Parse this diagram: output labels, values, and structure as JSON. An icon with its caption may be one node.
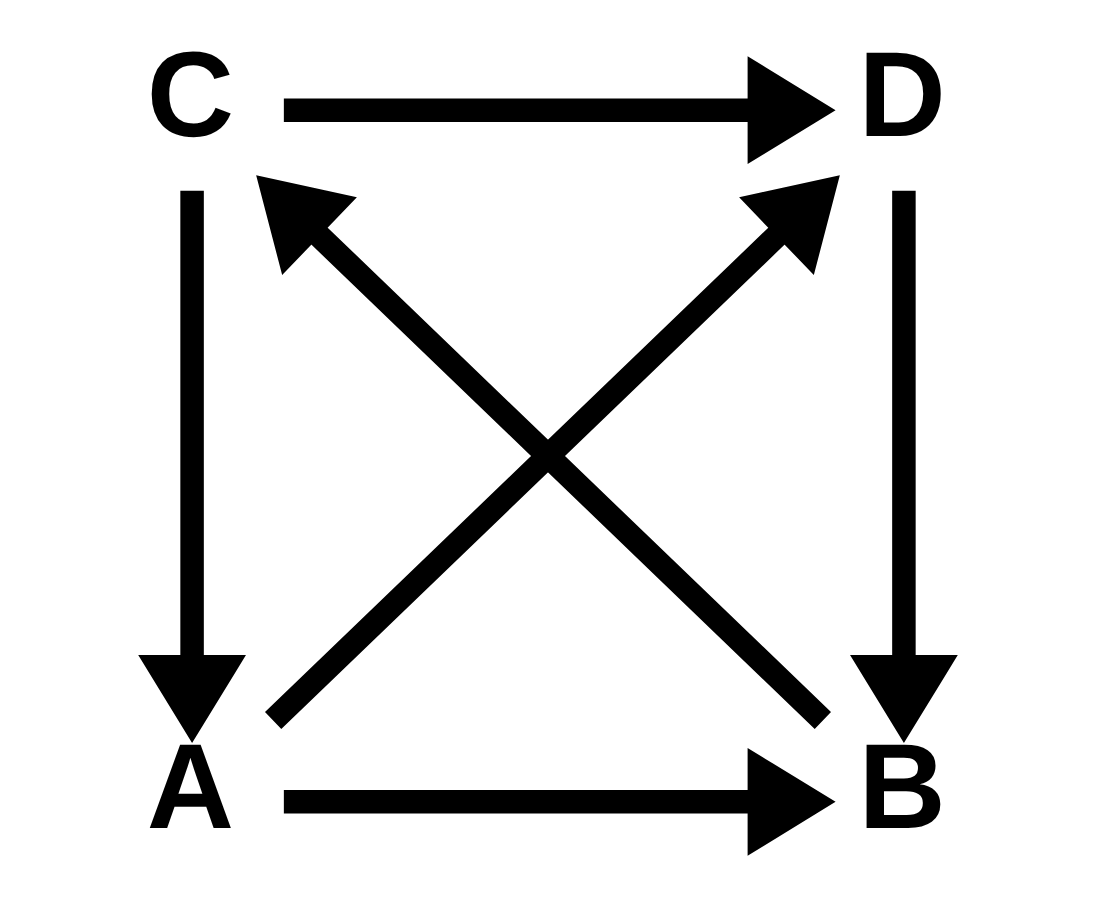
{
  "diagram": {
    "nodes": [
      {
        "text": [
          "C"
        ]
      },
      {
        "text": [
          "D"
        ]
      },
      {
        "text": [
          "B"
        ]
      },
      {
        "text": [
          "A"
        ]
      }
    ],
    "edges": [
      {
        "from": 0,
        "to": 1,
        "arrow": "to"
      },
      {
        "from": 0,
        "to": 3,
        "arrow": "to"
      },
      {
        "from": 1,
        "to": 2,
        "arrow": "to"
      },
      {
        "from": 2,
        "to": 0,
        "arrow": "to"
      },
      {
        "from": 3,
        "to": 1,
        "arrow": "to"
      },
      {
        "from": 3,
        "to": 2,
        "arrow": "to"
      }
    ]
  }
}
